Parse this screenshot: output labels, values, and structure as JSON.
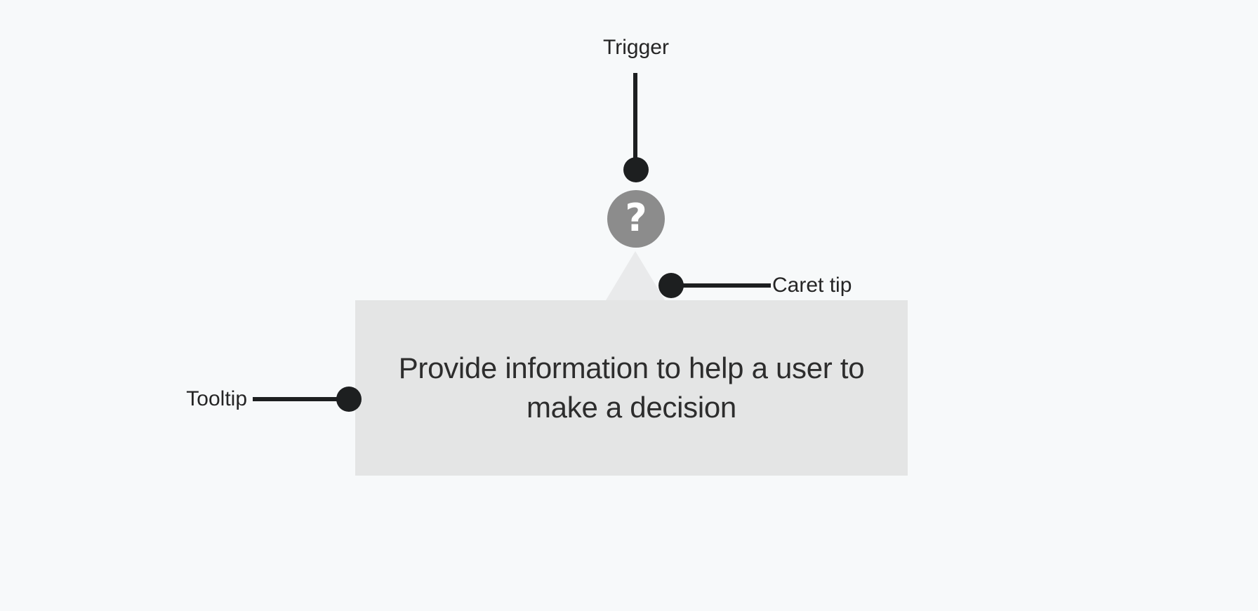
{
  "colors": {
    "bg": "#f7f9fa",
    "annotation": "#1d1f20",
    "label_text": "#252525",
    "tooltip_bg": "#e4e5e5",
    "caret_bg": "#e9eaeb",
    "trigger_bg": "#8c8c8c",
    "trigger_glyph": "#ffffff",
    "body_text": "#2d2d2d"
  },
  "annotations": {
    "trigger": "Trigger",
    "caret_tip": "Caret tip",
    "tooltip": "Tooltip"
  },
  "trigger": {
    "glyph": "?"
  },
  "tooltip": {
    "line1": "Provide information to help a user to",
    "line2": "make a decision"
  }
}
